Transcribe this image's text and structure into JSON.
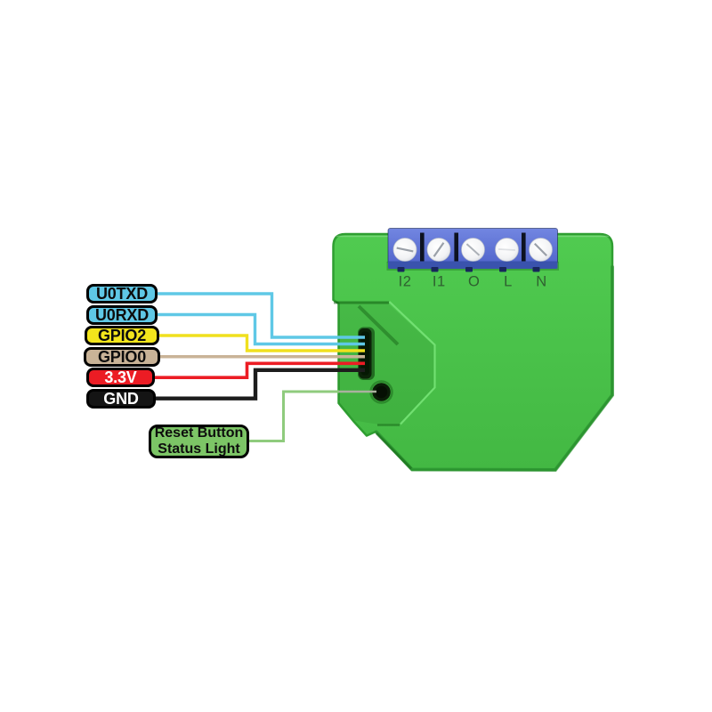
{
  "diagram": {
    "title": "smart-relay-module-pinout",
    "pin_labels": [
      {
        "name": "U0TXD",
        "bg": "#5fc8e6",
        "text_color": "#0d0d0d",
        "wire_color": "#5fc8e6"
      },
      {
        "name": "U0RXD",
        "bg": "#5fc8e6",
        "text_color": "#0d0d0d",
        "wire_color": "#5fc8e6"
      },
      {
        "name": "GPIO2",
        "bg": "#f3e51c",
        "text_color": "#0d0d0d",
        "wire_color": "#f0e01e"
      },
      {
        "name": "GPIO0",
        "bg": "#c9b397",
        "text_color": "#0d0d0d",
        "wire_color": "#c9b397"
      },
      {
        "name": "3.3V",
        "bg": "#ec1c24",
        "text_color": "#ffffff",
        "wire_color": "#ec1c24"
      },
      {
        "name": "GND",
        "bg": "#141414",
        "text_color": "#ffffff",
        "wire_color": "#1d1d1d"
      }
    ],
    "reset_label": {
      "line1": "Reset Button",
      "line2": "Status Light",
      "bg": "#7cc566",
      "wire_color": "#8fcb7d"
    },
    "terminals": [
      "I2",
      "I1",
      "O",
      "L",
      "N"
    ],
    "device_colors": {
      "body_green": "#4cc44c",
      "body_rim": "#2f9e31",
      "terminal_block_blue": "#5f75d3",
      "terminal_block_bottom": "#3a53ad",
      "screw_white": "#f0f0f0",
      "header_slot_dark": "#0b2208",
      "terminal_text_green": "#2f5f30"
    }
  }
}
